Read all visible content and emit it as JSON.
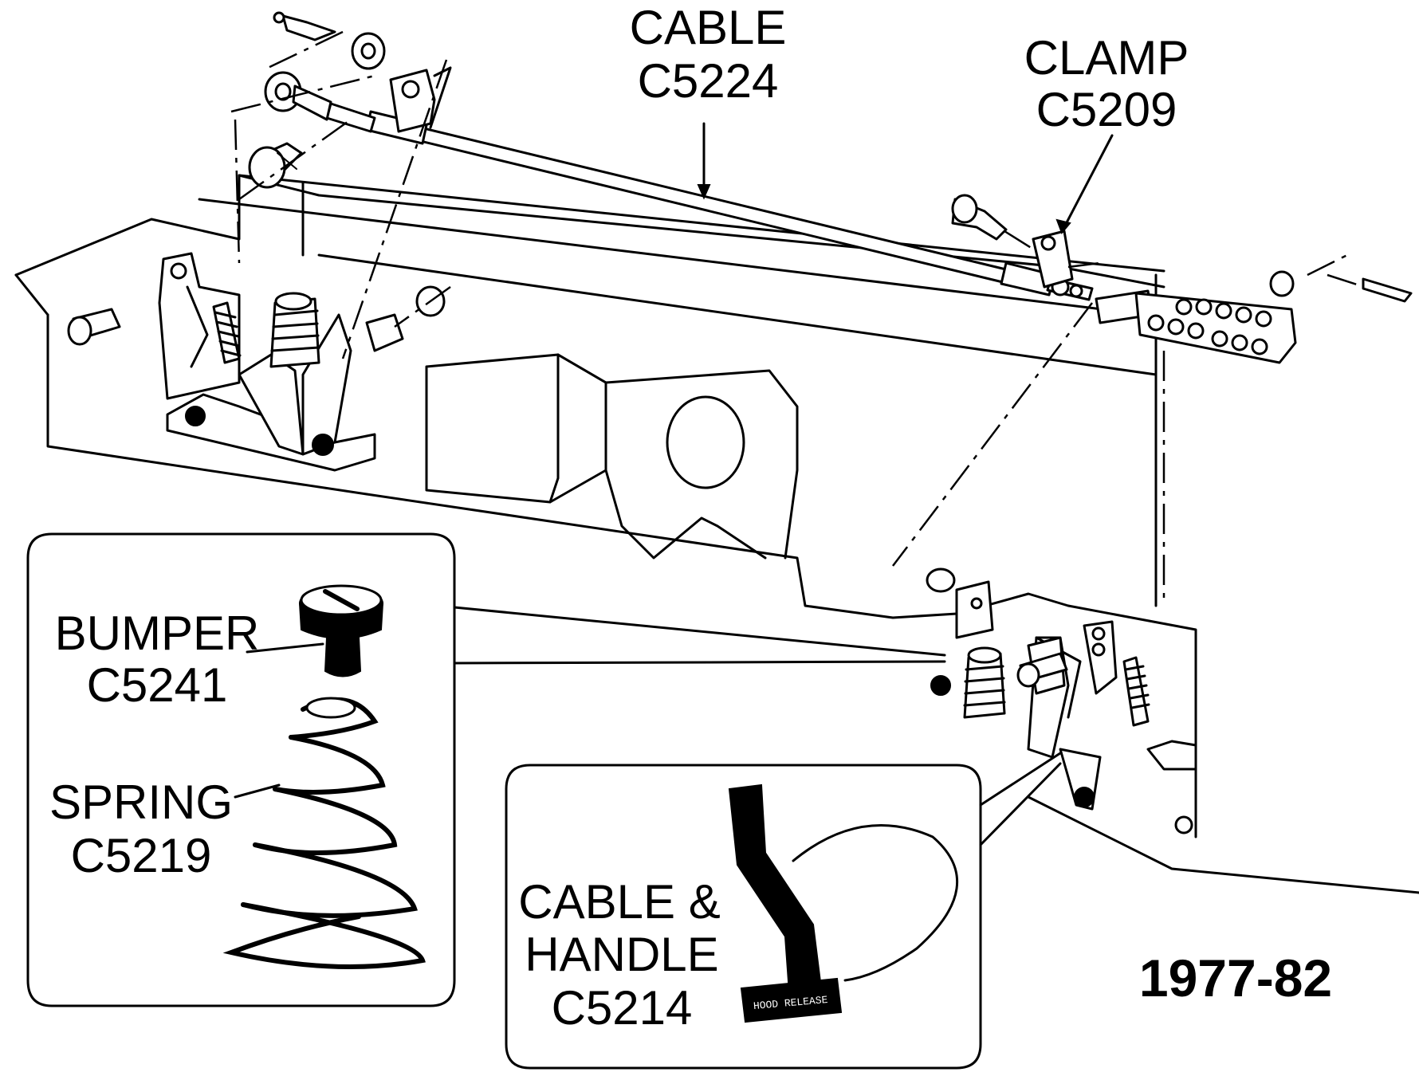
{
  "diagram": {
    "year_label": "1977-82",
    "callouts": {
      "cable": {
        "name": "CABLE",
        "part": "C5224"
      },
      "clamp": {
        "name": "CLAMP",
        "part": "C5209"
      },
      "bumper": {
        "name": "BUMPER",
        "part": "C5241"
      },
      "spring": {
        "name": "SPRING",
        "part": "C5219"
      },
      "cable_handle": {
        "line1": "CABLE &",
        "line2": "HANDLE",
        "part": "C5214"
      }
    },
    "handle_marking": "HOOD RELEASE"
  }
}
